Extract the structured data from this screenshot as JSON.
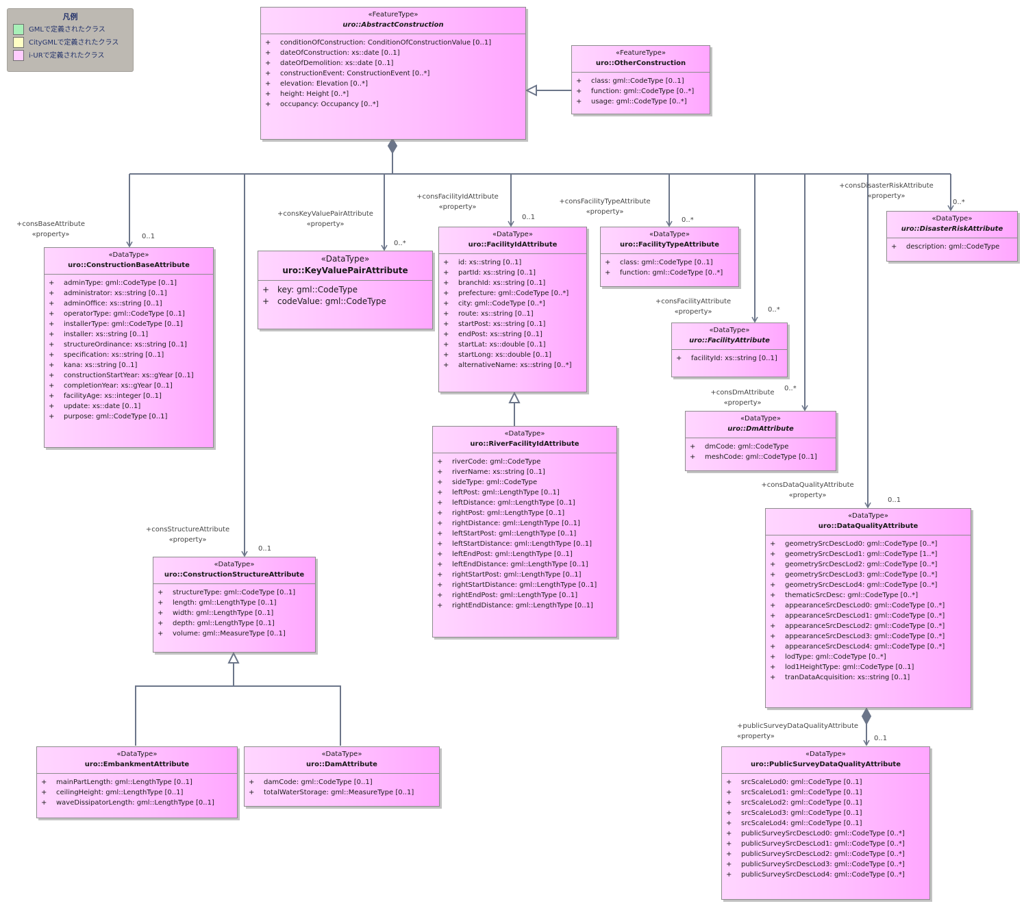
{
  "legend": {
    "title": "凡例",
    "items": [
      {
        "label": "GMLで定義されたクラス",
        "color": "#a8f0b8"
      },
      {
        "label": "CityGMLで定義されたクラス",
        "color": "#ffffc4"
      },
      {
        "label": "i-URで定義されたクラス",
        "color": "#ffccff"
      }
    ]
  },
  "classes": {
    "abstract_construction": {
      "stereotype": "«FeatureType»",
      "name": "uro::AbstractConstruction",
      "attributes": [
        {
          "vis": "+",
          "text": "conditionOfConstruction: ConditionOfConstructionValue [0..1]"
        },
        {
          "vis": "+",
          "text": "dateOfConstruction: xs::date [0..1]"
        },
        {
          "vis": "+",
          "text": "dateOfDemolition: xs::date [0..1]"
        },
        {
          "vis": "+",
          "text": "constructionEvent: ConstructionEvent [0..*]"
        },
        {
          "vis": "+",
          "text": "elevation: Elevation [0..*]"
        },
        {
          "vis": "+",
          "text": "height: Height [0..*]"
        },
        {
          "vis": "+",
          "text": "occupancy: Occupancy [0..*]"
        }
      ]
    },
    "other_construction": {
      "stereotype": "«FeatureType»",
      "name": "uro::OtherConstruction",
      "attributes": [
        {
          "vis": "+",
          "text": "class: gml::CodeType [0..1]"
        },
        {
          "vis": "+",
          "text": "function: gml::CodeType [0..*]"
        },
        {
          "vis": "+",
          "text": "usage: gml::CodeType [0..*]"
        }
      ]
    },
    "construction_base": {
      "stereotype": "«DataType»",
      "name": "uro::ConstructionBaseAttribute",
      "attributes": [
        {
          "vis": "+",
          "text": "adminType: gml::CodeType [0..1]"
        },
        {
          "vis": "+",
          "text": "administrator: xs::string [0..1]"
        },
        {
          "vis": "+",
          "text": "adminOffice: xs::string [0..1]"
        },
        {
          "vis": "+",
          "text": "operatorType: gml::CodeType [0..1]"
        },
        {
          "vis": "+",
          "text": "installerType: gml::CodeType [0..1]"
        },
        {
          "vis": "+",
          "text": "installer: xs::string [0..1]"
        },
        {
          "vis": "+",
          "text": "structureOrdinance: xs::string [0..1]"
        },
        {
          "vis": "+",
          "text": "specification: xs::string [0..1]"
        },
        {
          "vis": "+",
          "text": "kana: xs::string [0..1]"
        },
        {
          "vis": "+",
          "text": "constructionStartYear: xs::gYear [0..1]"
        },
        {
          "vis": "+",
          "text": "completionYear: xs::gYear [0..1]"
        },
        {
          "vis": "+",
          "text": "facilityAge: xs::integer [0..1]"
        },
        {
          "vis": "+",
          "text": "update: xs::date [0..1]"
        },
        {
          "vis": "+",
          "text": "purpose: gml::CodeType [0..1]"
        }
      ]
    },
    "key_value_pair": {
      "stereotype": "«DataType»",
      "name": "uro::KeyValuePairAttribute",
      "attributes": [
        {
          "vis": "+",
          "text": "key: gml::CodeType"
        },
        {
          "vis": "+",
          "text": "codeValue: gml::CodeType"
        }
      ]
    },
    "facility_id": {
      "stereotype": "«DataType»",
      "name": "uro::FacilityIdAttribute",
      "attributes": [
        {
          "vis": "+",
          "text": "id: xs::string [0..1]"
        },
        {
          "vis": "+",
          "text": "partId: xs::string [0..1]"
        },
        {
          "vis": "+",
          "text": "branchId: xs::string [0..1]"
        },
        {
          "vis": "+",
          "text": "prefecture: gml::CodeType [0..*]"
        },
        {
          "vis": "+",
          "text": "city: gml::CodeType [0..*]"
        },
        {
          "vis": "+",
          "text": "route: xs::string [0..1]"
        },
        {
          "vis": "+",
          "text": "startPost: xs::string [0..1]"
        },
        {
          "vis": "+",
          "text": "endPost: xs::string [0..1]"
        },
        {
          "vis": "+",
          "text": "startLat: xs::double [0..1]"
        },
        {
          "vis": "+",
          "text": "startLong: xs::double [0..1]"
        },
        {
          "vis": "+",
          "text": "alternativeName: xs::string [0..*]"
        }
      ]
    },
    "facility_type": {
      "stereotype": "«DataType»",
      "name": "uro::FacilityTypeAttribute",
      "attributes": [
        {
          "vis": "+",
          "text": "class: gml::CodeType [0..1]"
        },
        {
          "vis": "+",
          "text": "function: gml::CodeType [0..*]"
        }
      ]
    },
    "disaster_risk": {
      "stereotype": "«DataType»",
      "name": "uro::DisasterRiskAttribute",
      "attributes": [
        {
          "vis": "+",
          "text": "description: gml::CodeType"
        }
      ]
    },
    "facility": {
      "stereotype": "«DataType»",
      "name": "uro::FacilityAttribute",
      "attributes": [
        {
          "vis": "+",
          "text": "facilityId: xs::string [0..1]"
        }
      ]
    },
    "dm": {
      "stereotype": "«DataType»",
      "name": "uro::DmAttribute",
      "attributes": [
        {
          "vis": "+",
          "text": "dmCode: gml::CodeType"
        },
        {
          "vis": "+",
          "text": "meshCode: gml::CodeType [0..1]"
        }
      ]
    },
    "river_facility_id": {
      "stereotype": "«DataType»",
      "name": "uro::RiverFacilityIdAttribute",
      "attributes": [
        {
          "vis": "+",
          "text": "riverCode: gml::CodeType"
        },
        {
          "vis": "+",
          "text": "riverName: xs::string [0..1]"
        },
        {
          "vis": "+",
          "text": "sideType: gml::CodeType"
        },
        {
          "vis": "+",
          "text": "leftPost: gml::LengthType [0..1]"
        },
        {
          "vis": "+",
          "text": "leftDistance: gml::LengthType [0..1]"
        },
        {
          "vis": "+",
          "text": "rightPost: gml::LengthType [0..1]"
        },
        {
          "vis": "+",
          "text": "rightDistance: gml::LengthType [0..1]"
        },
        {
          "vis": "+",
          "text": "leftStartPost: gml::LengthType [0..1]"
        },
        {
          "vis": "+",
          "text": "leftStartDistance: gml::LengthType [0..1]"
        },
        {
          "vis": "+",
          "text": "leftEndPost: gml::LengthType [0..1]"
        },
        {
          "vis": "+",
          "text": "leftEndDistance: gml::LengthType [0..1]"
        },
        {
          "vis": "+",
          "text": "rightStartPost: gml::LengthType [0..1]"
        },
        {
          "vis": "+",
          "text": "rightStartDistance: gml::LengthType [0..1]"
        },
        {
          "vis": "+",
          "text": "rightEndPost: gml::LengthType [0..1]"
        },
        {
          "vis": "+",
          "text": "rightEndDistance: gml::LengthType [0..1]"
        }
      ]
    },
    "data_quality": {
      "stereotype": "«DataType»",
      "name": "uro::DataQualityAttribute",
      "attributes": [
        {
          "vis": "+",
          "text": "geometrySrcDescLod0: gml::CodeType [0..*]"
        },
        {
          "vis": "+",
          "text": "geometrySrcDescLod1: gml::CodeType [1..*]"
        },
        {
          "vis": "+",
          "text": "geometrySrcDescLod2: gml::CodeType [0..*]"
        },
        {
          "vis": "+",
          "text": "geometrySrcDescLod3: gml::CodeType [0..*]"
        },
        {
          "vis": "+",
          "text": "geometrySrcDescLod4: gml::CodeType [0..*]"
        },
        {
          "vis": "+",
          "text": "thematicSrcDesc: gml::CodeType [0..*]"
        },
        {
          "vis": "+",
          "text": "appearanceSrcDescLod0: gml::CodeType [0..*]"
        },
        {
          "vis": "+",
          "text": "appearanceSrcDescLod1: gml::CodeType [0..*]"
        },
        {
          "vis": "+",
          "text": "appearanceSrcDescLod2: gml::CodeType [0..*]"
        },
        {
          "vis": "+",
          "text": "appearanceSrcDescLod3: gml::CodeType [0..*]"
        },
        {
          "vis": "+",
          "text": "appearanceSrcDescLod4: gml::CodeType [0..*]"
        },
        {
          "vis": "+",
          "text": "lodType: gml::CodeType [0..*]"
        },
        {
          "vis": "+",
          "text": "lod1HeightType: gml::CodeType [0..1]"
        },
        {
          "vis": "+",
          "text": "tranDataAcquisition: xs::string [0..1]"
        }
      ]
    },
    "construction_structure": {
      "stereotype": "«DataType»",
      "name": "uro::ConstructionStructureAttribute",
      "attributes": [
        {
          "vis": "+",
          "text": "structureType: gml::CodeType [0..1]"
        },
        {
          "vis": "+",
          "text": "length: gml::LengthType [0..1]"
        },
        {
          "vis": "+",
          "text": "width: gml::LengthType [0..1]"
        },
        {
          "vis": "+",
          "text": "depth: gml::LengthType [0..1]"
        },
        {
          "vis": "+",
          "text": "volume: gml::MeasureType [0..1]"
        }
      ]
    },
    "embankment": {
      "stereotype": "«DataType»",
      "name": "uro::EmbankmentAttribute",
      "attributes": [
        {
          "vis": "+",
          "text": "mainPartLength: gml::LengthType [0..1]"
        },
        {
          "vis": "+",
          "text": "ceilingHeight: gml::LengthType [0..1]"
        },
        {
          "vis": "+",
          "text": "waveDissipatorLength: gml::LengthType [0..1]"
        }
      ]
    },
    "dam": {
      "stereotype": "«DataType»",
      "name": "uro::DamAttribute",
      "attributes": [
        {
          "vis": "+",
          "text": "damCode: gml::CodeType [0..1]"
        },
        {
          "vis": "+",
          "text": "totalWaterStorage: gml::MeasureType [0..1]"
        }
      ]
    },
    "public_survey_dq": {
      "stereotype": "«DataType»",
      "name": "uro::PublicSurveyDataQualityAttribute",
      "attributes": [
        {
          "vis": "+",
          "text": "srcScaleLod0: gml::CodeType [0..1]"
        },
        {
          "vis": "+",
          "text": "srcScaleLod1: gml::CodeType [0..1]"
        },
        {
          "vis": "+",
          "text": "srcScaleLod2: gml::CodeType [0..1]"
        },
        {
          "vis": "+",
          "text": "srcScaleLod3: gml::CodeType [0..1]"
        },
        {
          "vis": "+",
          "text": "srcScaleLod4: gml::CodeType [0..1]"
        },
        {
          "vis": "+",
          "text": "publicSurveySrcDescLod0: gml::CodeType [0..*]"
        },
        {
          "vis": "+",
          "text": "publicSurveySrcDescLod1: gml::CodeType [0..*]"
        },
        {
          "vis": "+",
          "text": "publicSurveySrcDescLod2: gml::CodeType [0..*]"
        },
        {
          "vis": "+",
          "text": "publicSurveySrcDescLod3: gml::CodeType [0..*]"
        },
        {
          "vis": "+",
          "text": "publicSurveySrcDescLod4: gml::CodeType [0..*]"
        }
      ]
    }
  },
  "associations": {
    "cons_base": {
      "role": "+consBaseAttribute",
      "stereo": "«property»",
      "mult": "0..1"
    },
    "cons_key_value": {
      "role": "+consKeyValuePairAttribute",
      "stereo": "«property»",
      "mult": "0..*"
    },
    "cons_facility_id": {
      "role": "+consFacilityIdAttribute",
      "stereo": "«property»",
      "mult": "0..1"
    },
    "cons_facility_type": {
      "role": "+consFacilityTypeAttribute",
      "stereo": "«property»",
      "mult": "0..*"
    },
    "cons_disaster_risk": {
      "role": "+consDisasterRiskAttribute",
      "stereo": "«property»",
      "mult": "0..*"
    },
    "cons_facility": {
      "role": "+consFacilityAttribute",
      "stereo": "«property»",
      "mult": "0..*"
    },
    "cons_dm": {
      "role": "+consDmAttribute",
      "stereo": "«property»",
      "mult": "0..*"
    },
    "cons_data_quality": {
      "role": "+consDataQualityAttribute",
      "stereo": "«property»",
      "mult": "0..1"
    },
    "cons_structure": {
      "role": "+consStructureAttribute",
      "stereo": "«property»",
      "mult": "0..1"
    },
    "public_survey_dq": {
      "role": "+publicSurveyDataQualityAttribute",
      "stereo": "«property»",
      "mult": "0..1"
    }
  }
}
